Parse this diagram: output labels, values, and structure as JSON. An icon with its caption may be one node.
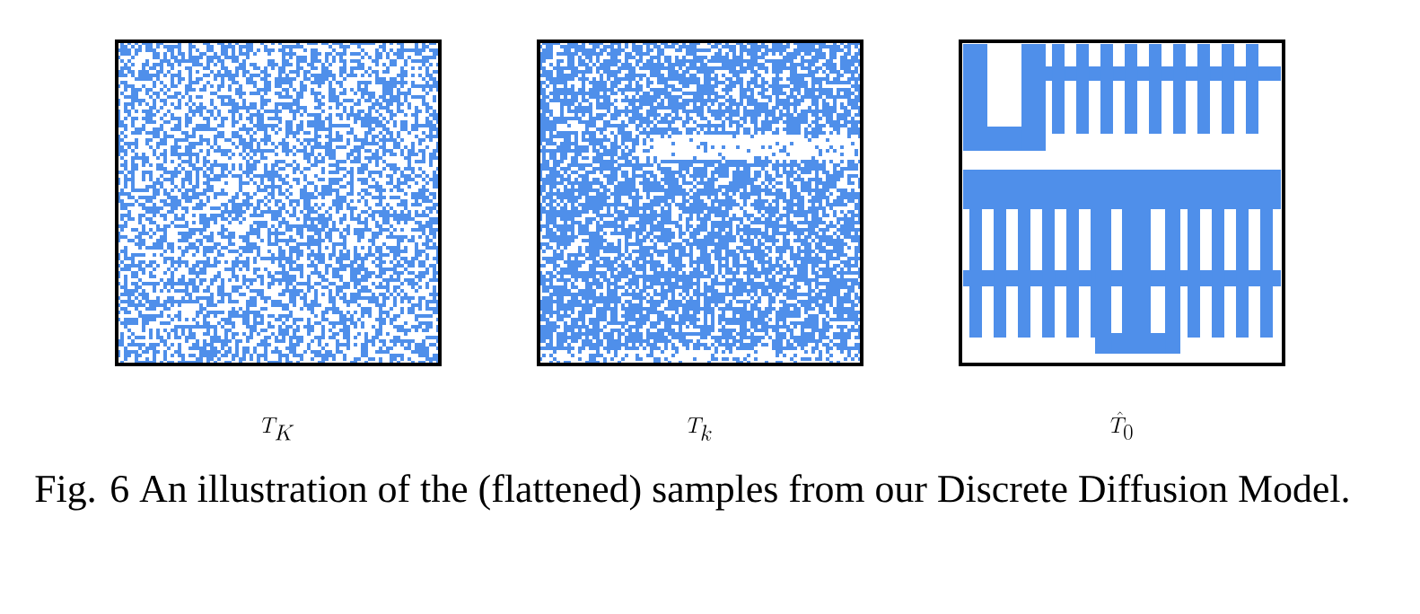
{
  "diagram": {
    "caption": "Fig. 6 An illustration of the (flattened) samples from our Discrete Diffusion Model.",
    "labels": [
      "T_K",
      "T_k",
      "\\hat{T}_0"
    ]
  }
}
